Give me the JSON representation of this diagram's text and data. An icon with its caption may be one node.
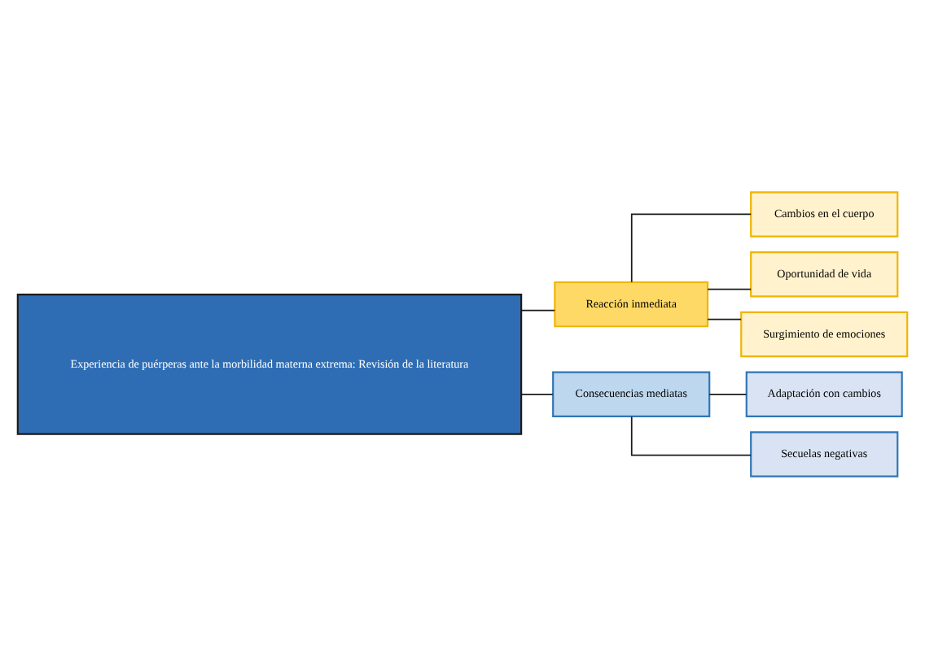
{
  "diagram": {
    "nodes": [
      {
        "text": [
          "Experiencia de puérperas ante la morbilidad materna extrema: Revisión de la literatura"
        ]
      },
      {
        "text": [
          "Reacción inmediata"
        ]
      },
      {
        "text": [
          "Cambios en el cuerpo"
        ]
      },
      {
        "text": [
          "Oportunidad de vida"
        ]
      },
      {
        "text": [
          "Surgimiento de emociones"
        ]
      },
      {
        "text": [
          "Consecuencias mediatas"
        ]
      },
      {
        "text": [
          "Adaptación con cambios"
        ]
      },
      {
        "text": [
          "Secuelas negativas"
        ]
      }
    ],
    "edges": [
      {
        "from": 0,
        "to": 1,
        "arrow": "none"
      },
      {
        "from": 0,
        "to": 5,
        "arrow": "none"
      },
      {
        "from": 1,
        "to": 2,
        "arrow": "none"
      },
      {
        "from": 1,
        "to": 3,
        "arrow": "none"
      },
      {
        "from": 1,
        "to": 4,
        "arrow": "none"
      },
      {
        "from": 5,
        "to": 6,
        "arrow": "none"
      },
      {
        "from": 5,
        "to": 7,
        "arrow": "none"
      }
    ]
  }
}
